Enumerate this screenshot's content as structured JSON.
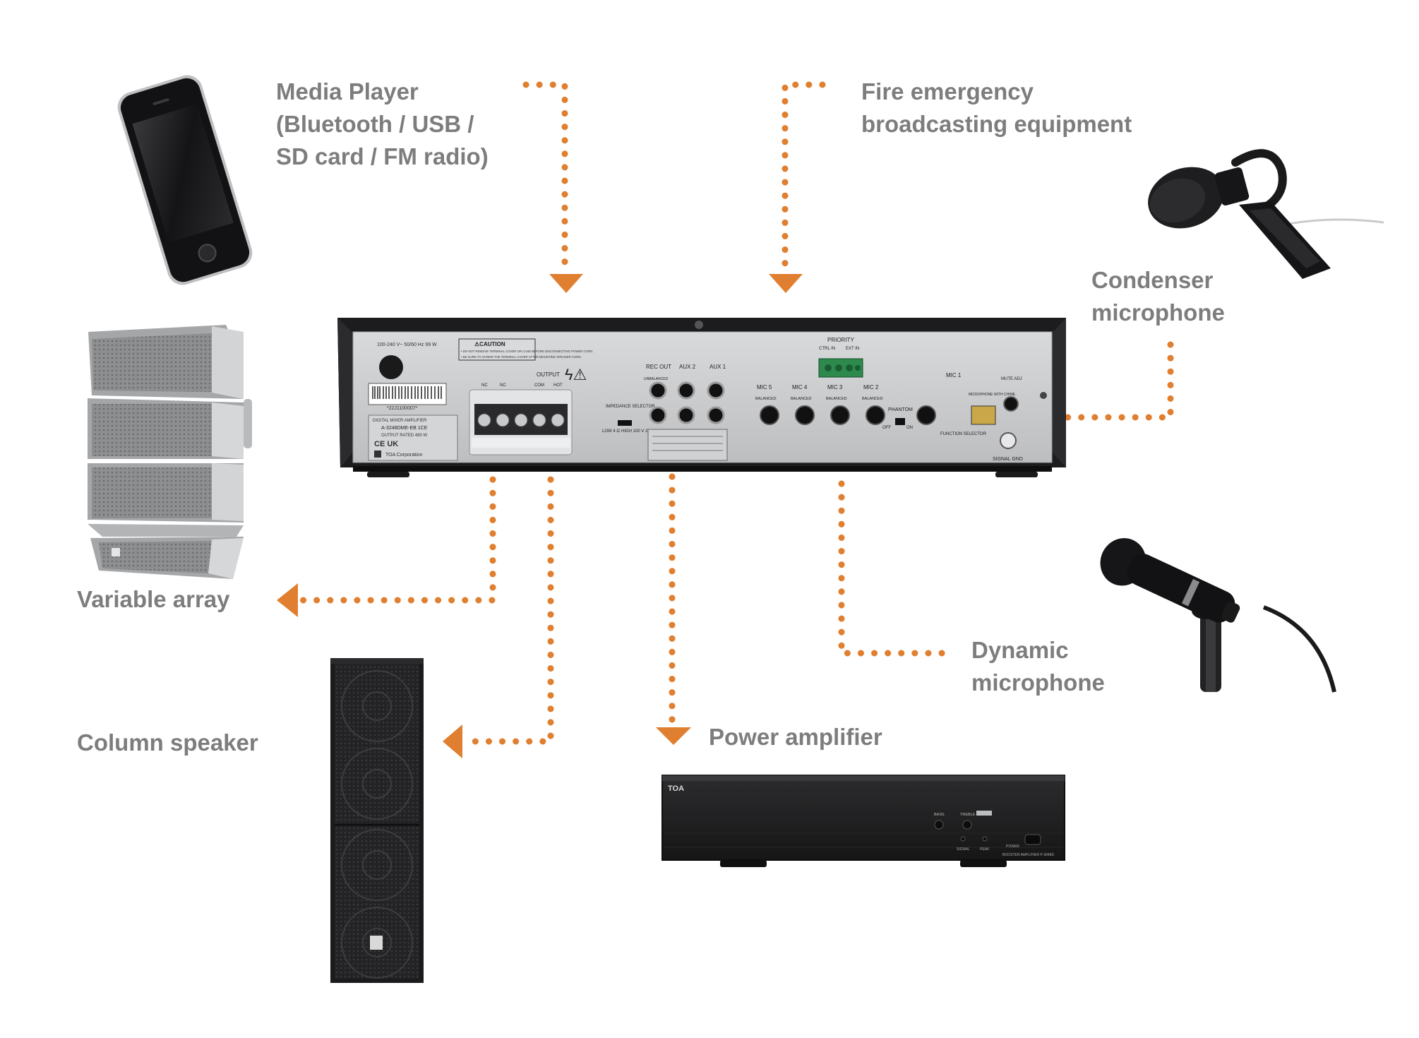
{
  "colors": {
    "accent": "#e07f2f",
    "label": "#7d7d7d",
    "device_panel": "#c9cacb",
    "device_body": "#1c1c1e"
  },
  "labels": {
    "media_player": [
      "Media Player",
      "(Bluetooth / USB /",
      "SD card / FM radio)"
    ],
    "fire_emergency": [
      "Fire emergency",
      "broadcasting equipment"
    ],
    "condenser_mic": [
      "Condenser",
      "microphone"
    ],
    "variable_array": [
      "Variable array"
    ],
    "dynamic_mic": [
      "Dynamic",
      "microphone"
    ],
    "column_speaker": [
      "Column speaker"
    ],
    "power_amplifier": [
      "Power amplifier"
    ]
  },
  "mixer": {
    "caution_title": "⚠CAUTION",
    "caution_line1": "• DO NOT REMOVE TERMINAL COVER OR CASE BEFORE DISCONNECTING POWER CORD.",
    "caution_line2": "• BE SURE TO SCREW THE TERMINAL COVER AFTER MOUNTING SPEAKER CORD.",
    "power_rating": "100-240 V~ 50/60 Hz 99 W",
    "barcode_number": "*22J1100007*",
    "model_type": "DIGITAL MIXER AMPLIFIER",
    "model_name": "A-3248DME-EB 1CE",
    "output_rated": "OUTPUT RATED 480 W",
    "brand": "TOA Corporation",
    "output_label": "OUTPUT",
    "terminal_labels": [
      "NC",
      "NC",
      "COM",
      "HOT"
    ],
    "impedance_label": "IMPEDANCE SELECTOR",
    "impedance_low": "LOW 4 Ω",
    "impedance_high": "HIGH 100 V 21 Ω",
    "rec_out": "REC OUT",
    "aux2": "AUX 2",
    "aux1": "AUX 1",
    "unbalanced": "UNBALANCED",
    "mic_jacks": [
      "MIC 5",
      "MIC 4",
      "MIC 3",
      "MIC 2"
    ],
    "balanced": "BALANCED",
    "mic1": "MIC 1",
    "priority": "PRIORITY",
    "ctrl_in": "CTRL IN",
    "ext_in": "EXT IN",
    "phantom": "PHANTOM",
    "phantom_off": "OFF",
    "phantom_on": "ON",
    "mic_with_chime": "MICROPHONE WITH CHIME",
    "function_selector": "FUNCTION SELECTOR",
    "mute_adj": "MUTE ADJ",
    "signal_gnd": "SIGNAL GND"
  },
  "power_amp": {
    "brand": "TOA",
    "knob_labels": [
      "BASS",
      "TREBLE"
    ],
    "led_labels": [
      "SIGNAL",
      "PEAK",
      "POWER"
    ],
    "model": "BOOSTER AMPLIFIER P-3048D"
  },
  "icons": [
    "smartphone-icon",
    "variable-array-speaker-icon",
    "column-speaker-icon",
    "condenser-microphone-icon",
    "dynamic-microphone-icon",
    "mixer-amplifier-icon",
    "power-amplifier-icon"
  ]
}
